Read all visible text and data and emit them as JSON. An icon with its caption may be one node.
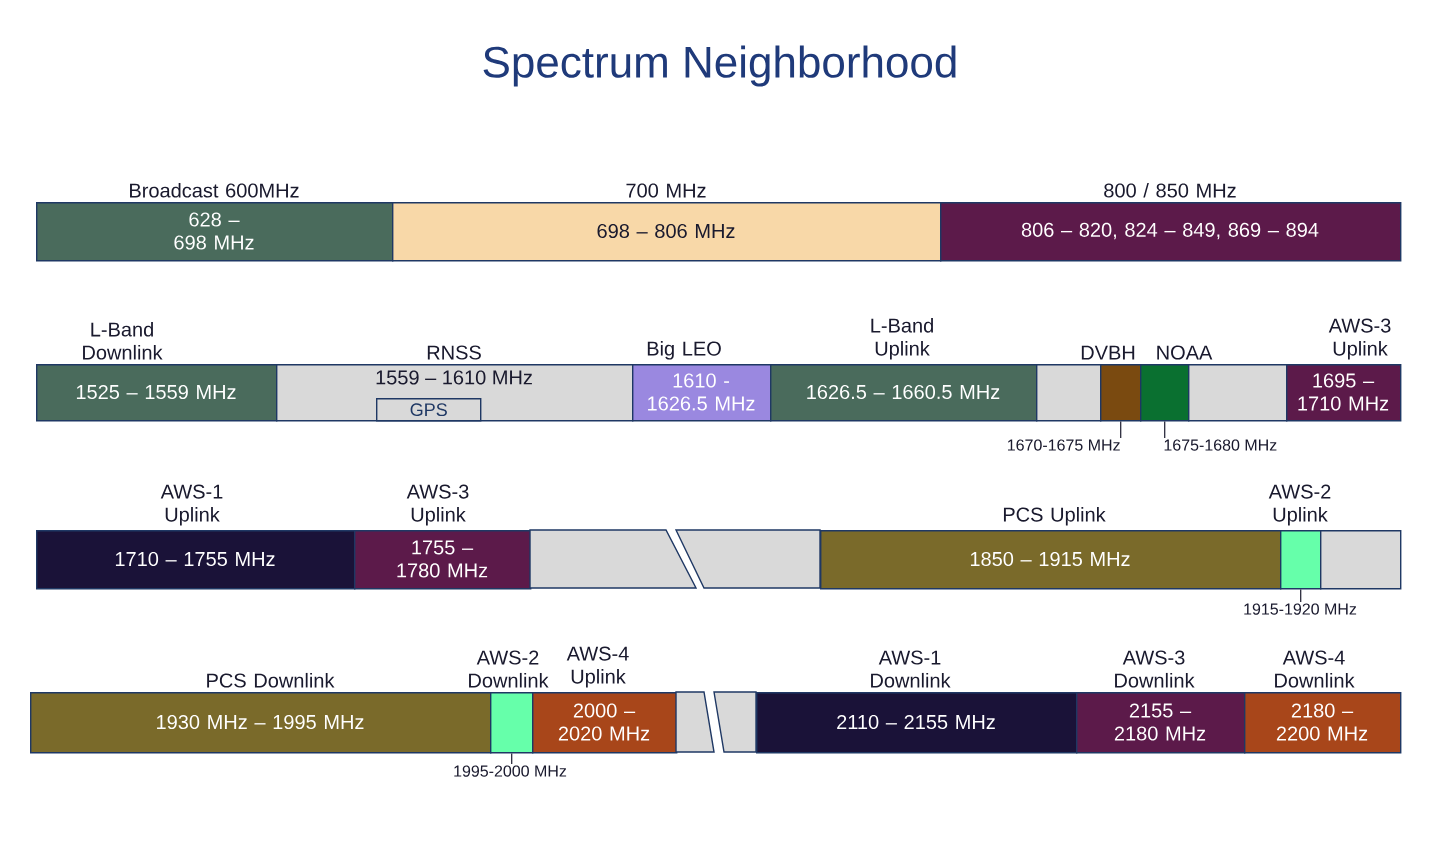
{
  "diagram": {
    "title": "Spectrum Neighborhood",
    "nodes": [
      {
        "text": [
          "Broadcast 600MHz",
          "628 – 698 MHz"
        ]
      },
      {
        "text": [
          "700 MHz",
          "698 – 806 MHz"
        ]
      },
      {
        "text": [
          "800 / 850 MHz",
          "806 – 820, 824 – 849, 869 – 894"
        ]
      },
      {
        "text": [
          "L-Band Downlink",
          "1525 – 1559 MHz"
        ]
      },
      {
        "text": [
          "RNSS",
          "1559 – 1610 MHz"
        ]
      },
      {
        "text": [
          "GPS"
        ],
        "in": 4
      },
      {
        "text": [
          "Big LEO",
          "1610 - 1626.5 MHz"
        ]
      },
      {
        "text": [
          "L-Band Uplink",
          "1626.5 – 1660.5 MHz"
        ]
      },
      {
        "text": [],
        "shape": "box"
      },
      {
        "text": [
          "DVBH"
        ]
      },
      {
        "text": [
          "NOAA"
        ]
      },
      {
        "text": [],
        "shape": "box"
      },
      {
        "text": [
          "AWS-3 Uplink",
          "1695 – 1710 MHz"
        ]
      },
      {
        "text": [
          "1670-1675 MHz"
        ]
      },
      {
        "text": [
          "1675-1680 MHz"
        ]
      },
      {
        "text": [
          "AWS-1 Uplink",
          "1710 – 1755 MHz"
        ]
      },
      {
        "text": [
          "AWS-3 Uplink",
          "1755 – 1780 MHz"
        ]
      },
      {
        "text": [],
        "shape": "box"
      },
      {
        "text": [],
        "shape": "box"
      },
      {
        "text": [
          "PCS Uplink",
          "1850 – 1915 MHz"
        ]
      },
      {
        "text": [
          "AWS-2 Uplink"
        ]
      },
      {
        "text": [],
        "shape": "box"
      },
      {
        "text": [
          "1915-1920 MHz"
        ]
      },
      {
        "text": [
          "PCS Downlink",
          "1930 MHz – 1995 MHz"
        ]
      },
      {
        "text": [
          "AWS-2 Downlink"
        ]
      },
      {
        "text": [
          "AWS-4 Uplink",
          "2000 – 2020 MHz"
        ]
      },
      {
        "text": [],
        "shape": "box"
      },
      {
        "text": [],
        "shape": "box"
      },
      {
        "text": [
          "AWS-1 Downlink",
          "2110 – 2155 MHz"
        ]
      },
      {
        "text": [
          "AWS-3 Downlink",
          "2155 – 2180 MHz"
        ]
      },
      {
        "text": [
          "AWS-4 Downlink",
          "2180 – 2200 MHz"
        ]
      },
      {
        "text": [
          "1995-2000 MHz"
        ]
      }
    ],
    "edges": [
      {
        "from": 13,
        "to": 9,
        "arrow": "none"
      },
      {
        "from": 14,
        "to": 10,
        "arrow": "none"
      },
      {
        "from": 22,
        "to": 20,
        "arrow": "none"
      },
      {
        "from": 31,
        "to": 24,
        "arrow": "none"
      }
    ]
  }
}
